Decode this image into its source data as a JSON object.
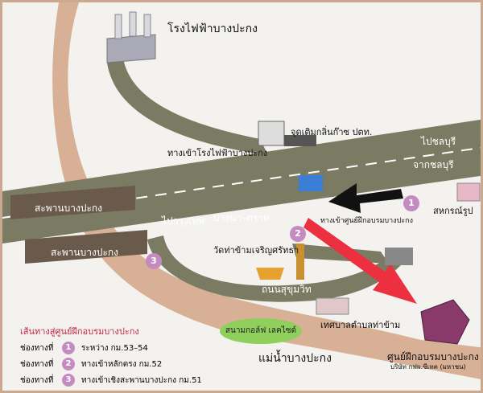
{
  "labels": {
    "power_plant": "โรงไฟฟ้าบางปะกง",
    "gas_station": "จุดเติมกลิ่นก๊าซ ปตท.",
    "plant_entrance": "ทางเข้าโรงไฟฟ้าบางปะกง",
    "to_chonburi": "ไปชลบุรี",
    "from_chonburi": "จากชลบุรี",
    "bridge_1": "สะพานบางปะกง",
    "bridge_2": "สะพานบางปะกง",
    "to_bangkok": "ไปกรุงเทพ",
    "bangna_trat": "บางนา–ตราด",
    "center_entrance": "ทางเข้าศูนย์ฝึกอบรมบางปะกง",
    "cooperative": "สหกรณ์รูป",
    "temple": "วัดท่าข้ามเจริญศรัทธา",
    "sukhumvit": "ถนนสุขุมวิท",
    "municipality": "เทศบาลตำบลท่าข้าม",
    "golf": "สนามกอล์ฟ เลคไซด์",
    "river": "แม่น้ำบางปะกง",
    "center_name": "ศูนย์ฝึกอบรมบางปะกง",
    "company": "บริษัท กฟผ.ซีเทค (มหาชน)"
  },
  "map_badges": [
    "1",
    "2",
    "3"
  ],
  "legend": {
    "title": "เส้นทางสู่ศูนย์ฝึกอบรมบางปะกง",
    "rows": [
      {
        "prefix": "ช่องทางที่",
        "num": "1",
        "text": "ระหว่าง กม.53–54"
      },
      {
        "prefix": "ช่องทางที่",
        "num": "2",
        "text": "ทางเข้าหลักตรง กม.52"
      },
      {
        "prefix": "ช่องทางที่",
        "num": "3",
        "text": "ทางเข้าเชิงสะพานบางปะกง กม.51"
      }
    ]
  },
  "colors": {
    "road": "#7b7b63",
    "river": "#d5a98c",
    "bridge": "#6a5a4c",
    "arrow_red": "#ec3040",
    "arrow_black": "#111111",
    "badge": "#c48bc1",
    "building": "#8a3a6a"
  }
}
